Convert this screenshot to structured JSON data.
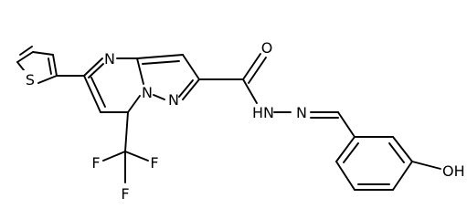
{
  "molecule": {
    "labels": {
      "s": "S",
      "n_pyrimidine": "N",
      "n_bridge": "N",
      "n_pyrazole": "N",
      "o_carbonyl": "O",
      "hn": "HN",
      "n_imine": "N",
      "f1": "F",
      "f2": "F",
      "f3": "F",
      "oh": "OH"
    }
  }
}
